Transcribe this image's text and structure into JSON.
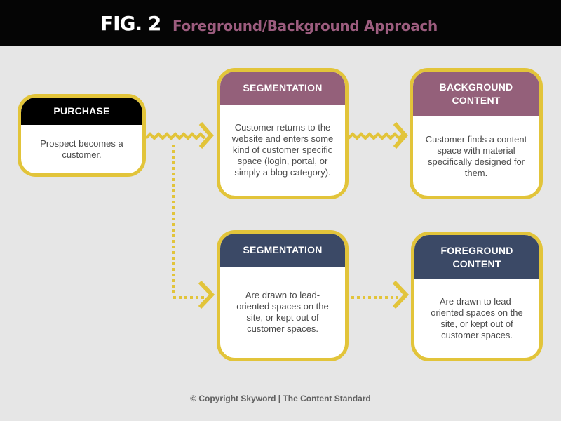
{
  "header": {
    "fig_label": "FIG. 2",
    "subtitle": "Foreground/Background Approach"
  },
  "boxes": {
    "purchase": {
      "title": "PURCHASE",
      "text": "Prospect becomes a customer."
    },
    "segmentation_top": {
      "title": "SEGMENTATION",
      "text": "Customer returns to the website and enters some kind of customer specific space (login, portal, or simply a blog category)."
    },
    "background_content": {
      "title": "BACKGROUND CONTENT",
      "text": "Customer finds a content space with material specifically designed for them."
    },
    "segmentation_bottom": {
      "title": "SEGMENTATION",
      "text": "Are drawn to lead-oriented spaces on the site, or kept out of customer spaces."
    },
    "foreground_content": {
      "title": "FOREGROUND CONTENT",
      "text": "Are drawn to lead-oriented spaces on the site, or kept out of customer spaces."
    }
  },
  "footer": {
    "copyright": "© Copyright Skyword | The Content Standard"
  },
  "colors": {
    "background": "#e6e6e6",
    "header_bg": "#050505",
    "subtitle": "#9c5c7e",
    "box_border": "#e2c43a",
    "connector": "#e2c43a",
    "purchase_header": "#000000",
    "background_header": "#94607a",
    "foreground_header": "#3b4966"
  },
  "connectors": [
    {
      "from": "purchase",
      "to": "segmentation_top",
      "style": "zigzag"
    },
    {
      "from": "segmentation_top",
      "to": "background_content",
      "style": "zigzag"
    },
    {
      "from": "purchase",
      "to": "segmentation_bottom",
      "style": "dotted"
    },
    {
      "from": "segmentation_bottom",
      "to": "foreground_content",
      "style": "dotted"
    }
  ]
}
